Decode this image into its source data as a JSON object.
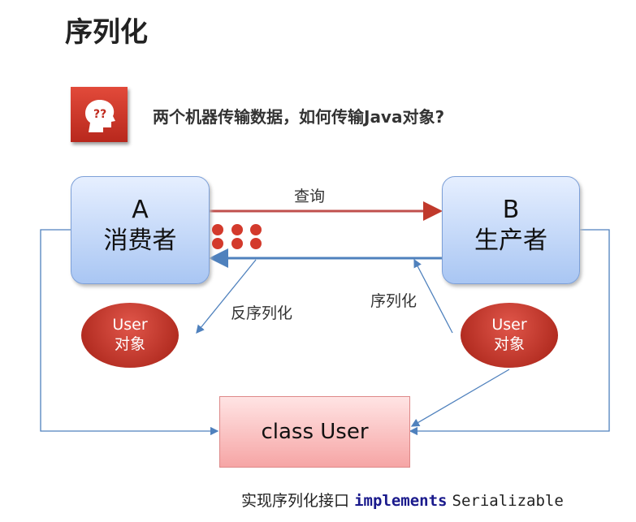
{
  "title": "序列化",
  "question": "两个机器传输数据，如何传输Java对象?",
  "consumer": {
    "letter": "A",
    "label": "消费者"
  },
  "producer": {
    "letter": "B",
    "label": "生产者"
  },
  "arrow_labels": {
    "query": "查询",
    "deserialize": "反序列化",
    "serialize": "序列化"
  },
  "user_object_left": {
    "line1": "User",
    "line2": "对象"
  },
  "user_object_right": {
    "line1": "User",
    "line2": "对象"
  },
  "class_box": "class User",
  "footer": {
    "text": "实现序列化接口",
    "keyword": "implements",
    "interface": "Serializable"
  },
  "colors": {
    "red": "#d33a2c",
    "blue": "#4f81bd"
  }
}
